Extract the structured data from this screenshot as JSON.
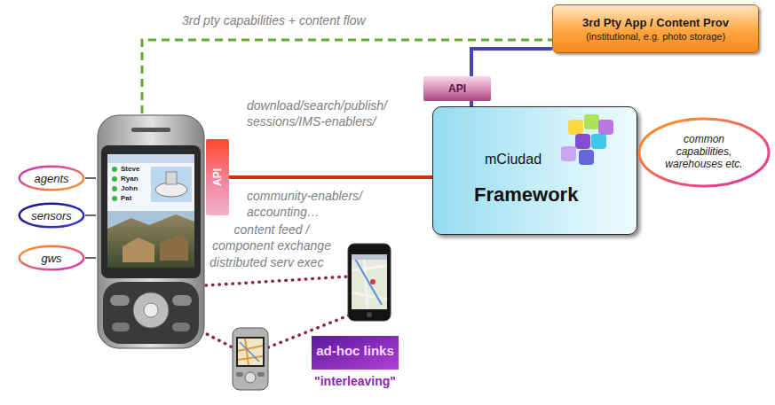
{
  "diagram": {
    "nodes": [
      {
        "text": [
          "3rd Pty App / Content Prov",
          "(institutional, e.g. photo storage)"
        ]
      },
      {
        "text": [
          "API"
        ]
      },
      {
        "text": [
          "mCiudad",
          "Framework"
        ]
      },
      {
        "text": [
          "common capabilities, warehouses etc."
        ]
      },
      {
        "text": [
          "Steve",
          "Ryan",
          "John",
          "Pat"
        ]
      },
      {
        "text": [
          "API"
        ]
      },
      {
        "text": [
          "agents"
        ]
      },
      {
        "text": [
          "sensors"
        ]
      },
      {
        "text": [
          "gws"
        ]
      },
      {
        "text": [
          "ad-hoc links",
          "\"interleaving\""
        ]
      }
    ],
    "edges": [
      {
        "from": 4,
        "to": 0,
        "arrow": "none",
        "label": "3rd pty capabilities + content flow"
      },
      {
        "from": 0,
        "to": 1,
        "arrow": "none"
      },
      {
        "from": 1,
        "to": 2,
        "arrow": "none"
      },
      {
        "from": 4,
        "to": 5,
        "arrow": "none"
      },
      {
        "from": 5,
        "to": 2,
        "arrow": "none"
      },
      {
        "from": 6,
        "to": 4,
        "arrow": "none"
      },
      {
        "from": 7,
        "to": 4,
        "arrow": "none"
      },
      {
        "from": 8,
        "to": 4,
        "arrow": "none"
      }
    ],
    "labels": [
      "download/search/publish/ sessions/IMS-enablers/",
      "community-enablers/ accounting…",
      "content feed / component exchange",
      "distributed serv exec"
    ]
  }
}
